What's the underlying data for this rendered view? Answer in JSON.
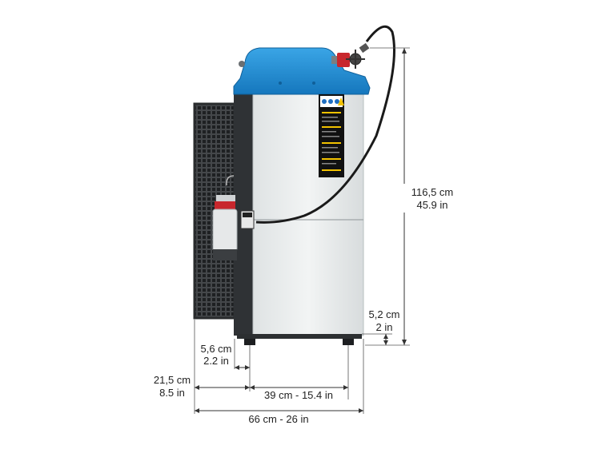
{
  "dimensions": {
    "height_total": {
      "metric": "116,5 cm",
      "imperial": "45.9 in"
    },
    "height_feet": {
      "metric": "5,2 cm",
      "imperial": "2 in"
    },
    "frame_offset": {
      "metric": "5,6 cm",
      "imperial": "2.2 in"
    },
    "frame_depth": {
      "metric": "21,5 cm",
      "imperial": "8.5 in"
    },
    "unit_width": "39 cm - 15.4 in",
    "total_width": "66 cm - 26 in"
  },
  "colors": {
    "cover_blue": "#1f8fd6",
    "cabinet_light": "#e9ecec",
    "frame_dark": "#3a3d40",
    "panel_dark": "#2b2e31",
    "label_black": "#111111",
    "label_yellow": "#f2c200",
    "bottle_red": "#c8272d"
  }
}
